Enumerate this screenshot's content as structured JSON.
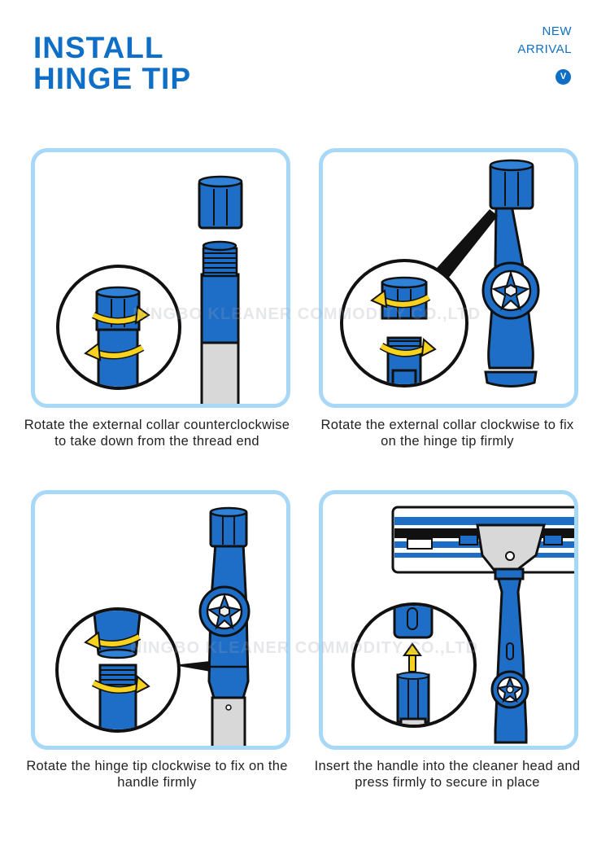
{
  "title": {
    "line1": "INSTALL",
    "line2": "HINGE TIP"
  },
  "badge": {
    "line1": "NEW",
    "line2": "ARRIVAL",
    "mark": "V"
  },
  "watermark": "NINGBO KLEANER COMMODITY CO.,LTD",
  "colors": {
    "accent": "#0f6fc6",
    "panel_border": "#a8d8f8",
    "part_blue": "#1e6ec8",
    "arrow_yellow": "#f7d21e"
  },
  "steps": [
    {
      "caption": "Rotate the external collar counterclockwise to take down from the thread end"
    },
    {
      "caption": "Rotate the external collar clockwise to fix on the hinge tip firmly"
    },
    {
      "caption": "Rotate the hinge tip clockwise to fix on the handle firmly"
    },
    {
      "caption": "Insert the handle into the cleaner head and press firmly to secure in place"
    }
  ]
}
